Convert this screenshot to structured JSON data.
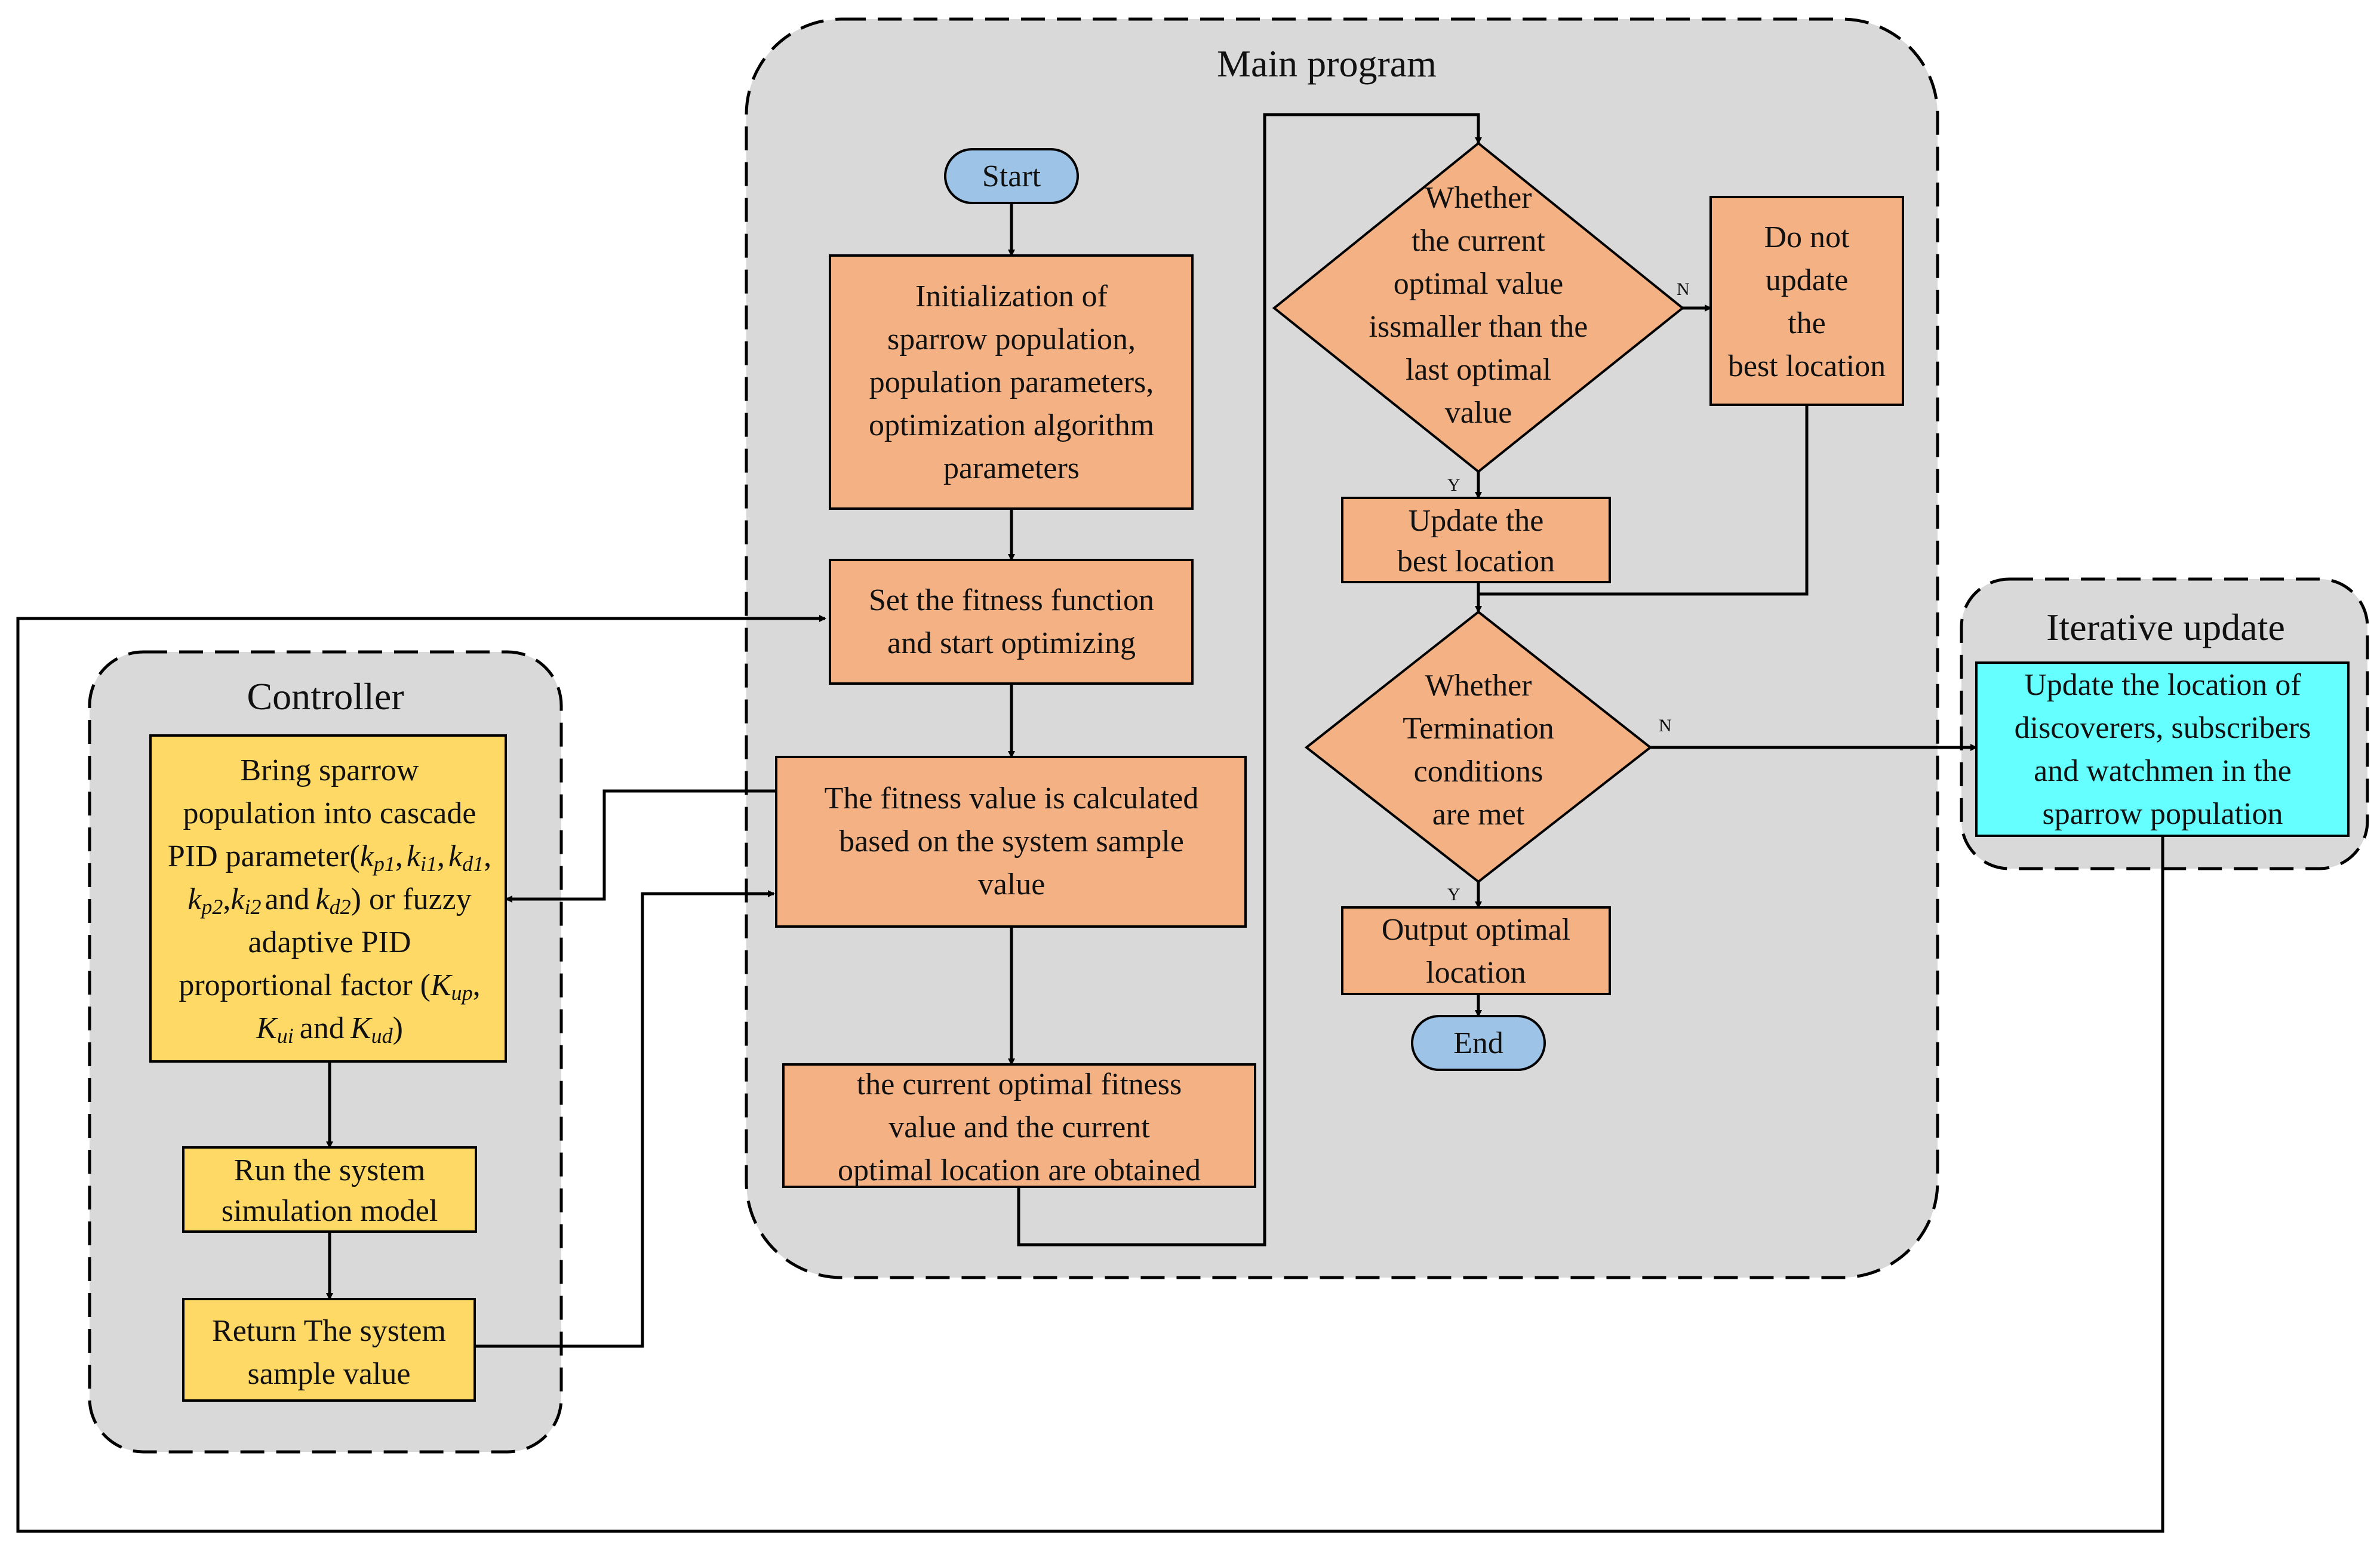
{
  "groups": {
    "main": "Main program",
    "controller": "Controller",
    "iterative": "Iterative update"
  },
  "nodes": {
    "start": "Start",
    "end": "End",
    "init": [
      "Initialization of",
      "sparrow population,",
      "population parameters,",
      "optimization algorithm",
      "parameters"
    ],
    "fitness_fn": [
      "Set the fitness function",
      "and start optimizing"
    ],
    "fitness_calc": [
      "The fitness value is calculated",
      "based on the system sample",
      "value"
    ],
    "current_opt": [
      "the current optimal fitness",
      "value and the current",
      "optimal location are obtained"
    ],
    "compare": [
      "Whether",
      "the current",
      "optimal value",
      "issmaller than the",
      "last optimal",
      "value"
    ],
    "no_update": [
      "Do not",
      "update",
      "the",
      "best location"
    ],
    "update_best": [
      "Update the",
      "best location"
    ],
    "termination": [
      "Whether",
      "Termination",
      "conditions",
      "are met"
    ],
    "output": [
      "Output optimal",
      "location"
    ],
    "bring": {
      "line1": "Bring sparrow",
      "line2": "population into cascade",
      "line3": "PID parameter(",
      "k": "k",
      "p1": "p1",
      "i1": "i1",
      "d1": "d1",
      "p2": "p2",
      "i2": "i2",
      "d2": "d2",
      "and": "and",
      "or_fuzzy": ") or fuzzy",
      "line5": "adaptive PID",
      "line6": "proportional factor (",
      "K": "K",
      "up": "up",
      "ui": "ui",
      "ud": "ud",
      "and_word": "and",
      "close": ")",
      "comma": ",",
      "comma_p": ","
    },
    "run_sim": [
      "Run the system",
      "simulation model"
    ],
    "return_sample": [
      "Return The system",
      "sample value"
    ],
    "update_loc": [
      "Update the location of",
      "discoverers, subscribers",
      "and watchmen in the",
      "sparrow population"
    ]
  },
  "labels": {
    "n1": "N",
    "y1": "Y",
    "n2": "N",
    "y2": "Y"
  },
  "colors": {
    "orange": "#F4B183",
    "yellow": "#FFD966",
    "cyan": "#66FFFF",
    "blue": "#9DC3E6",
    "panel": "#D9D9D9"
  }
}
